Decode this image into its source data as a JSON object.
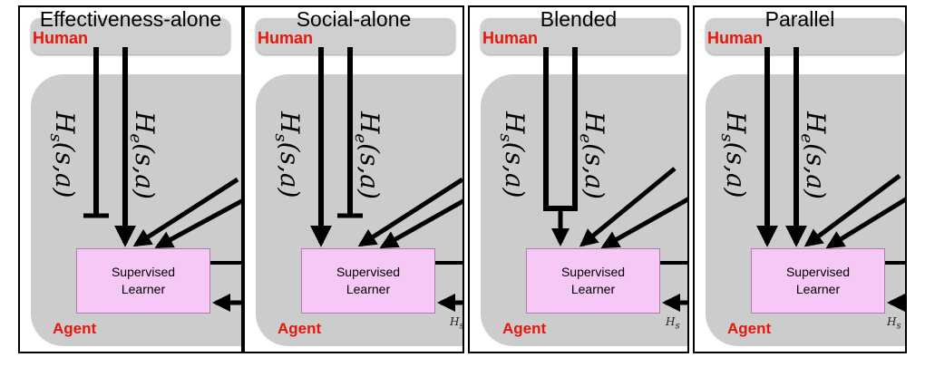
{
  "panels": [
    {
      "title": "Effectiveness-alone",
      "human": "Human",
      "agent": "Agent",
      "learner_line1": "Supervised",
      "learner_line2": "Learner",
      "hs_label": "H",
      "hs_sub": "s",
      "hs_args": "(s,a)",
      "he_label": "H",
      "he_sub": "e",
      "he_args": "(s,a)",
      "hs_marker": "",
      "hs_marker_sub": ""
    },
    {
      "title": "Social-alone",
      "human": "Human",
      "agent": "Agent",
      "learner_line1": "Supervised",
      "learner_line2": "Learner",
      "hs_label": "H",
      "hs_sub": "s",
      "hs_args": "(s,a)",
      "he_label": "H",
      "he_sub": "e",
      "he_args": "(s,a)",
      "hs_marker": "H",
      "hs_marker_sub": "s"
    },
    {
      "title": "Blended",
      "human": "Human",
      "agent": "Agent",
      "learner_line1": "Supervised",
      "learner_line2": "Learner",
      "hs_label": "H",
      "hs_sub": "s",
      "hs_args": "(s,a)",
      "he_label": "H",
      "he_sub": "e",
      "he_args": "(s,a)",
      "hs_marker": "H",
      "hs_marker_sub": "s"
    },
    {
      "title": "Parallel",
      "human": "Human",
      "agent": "Agent",
      "learner_line1": "Supervised",
      "learner_line2": "Learner",
      "hs_label": "H",
      "hs_sub": "s",
      "hs_args": "(s,a)",
      "he_label": "H",
      "he_sub": "e",
      "he_args": "(s,a)",
      "hs_marker": "H",
      "hs_marker_sub": "s"
    }
  ],
  "colors": {
    "accent_red": "#e8160c",
    "learner_fill": "#f6c8f6",
    "agent_fill": "#cccccc"
  }
}
